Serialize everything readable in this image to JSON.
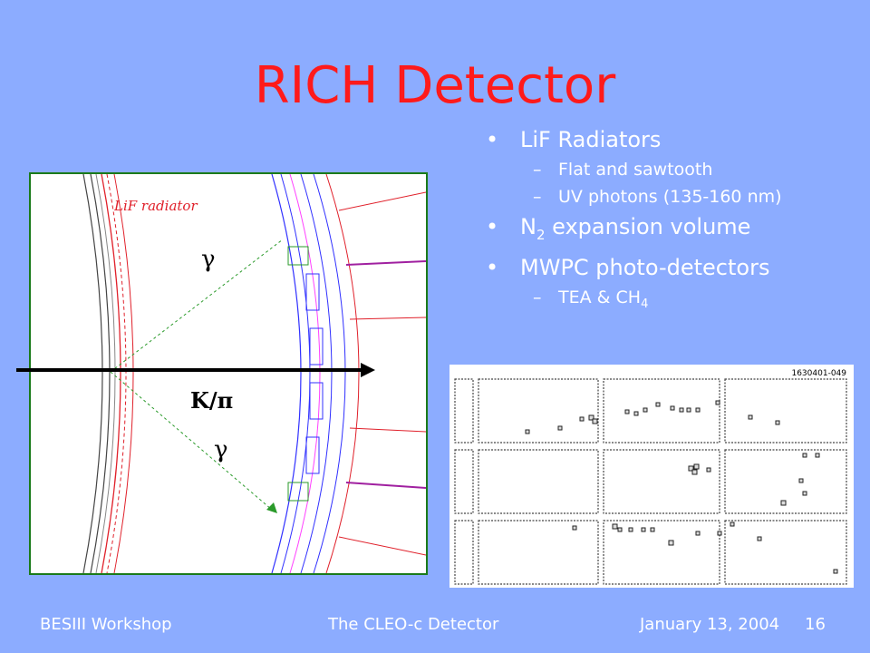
{
  "title": "RICH Detector",
  "bullets": {
    "b1": "LiF Radiators",
    "b1_sub1": "Flat and sawtooth",
    "b1_sub2": "UV photons (135-160 nm)",
    "b2_pre": "N",
    "b2_sub": "2",
    "b2_post": " expansion volume",
    "b3": "MWPC photo-detectors",
    "b3_sub1_pre": "TEA & CH",
    "b3_sub1_sub": "4"
  },
  "figure_left": {
    "label": "LiF radiator",
    "gamma_top": "γ",
    "gamma_bottom": "γ",
    "particle": "K/π"
  },
  "figure_right": {
    "label": "1630401-049"
  },
  "footer": {
    "left": "BESIII Workshop",
    "center": "The CLEO-c Detector",
    "date": "January 13, 2004",
    "page": "16"
  }
}
